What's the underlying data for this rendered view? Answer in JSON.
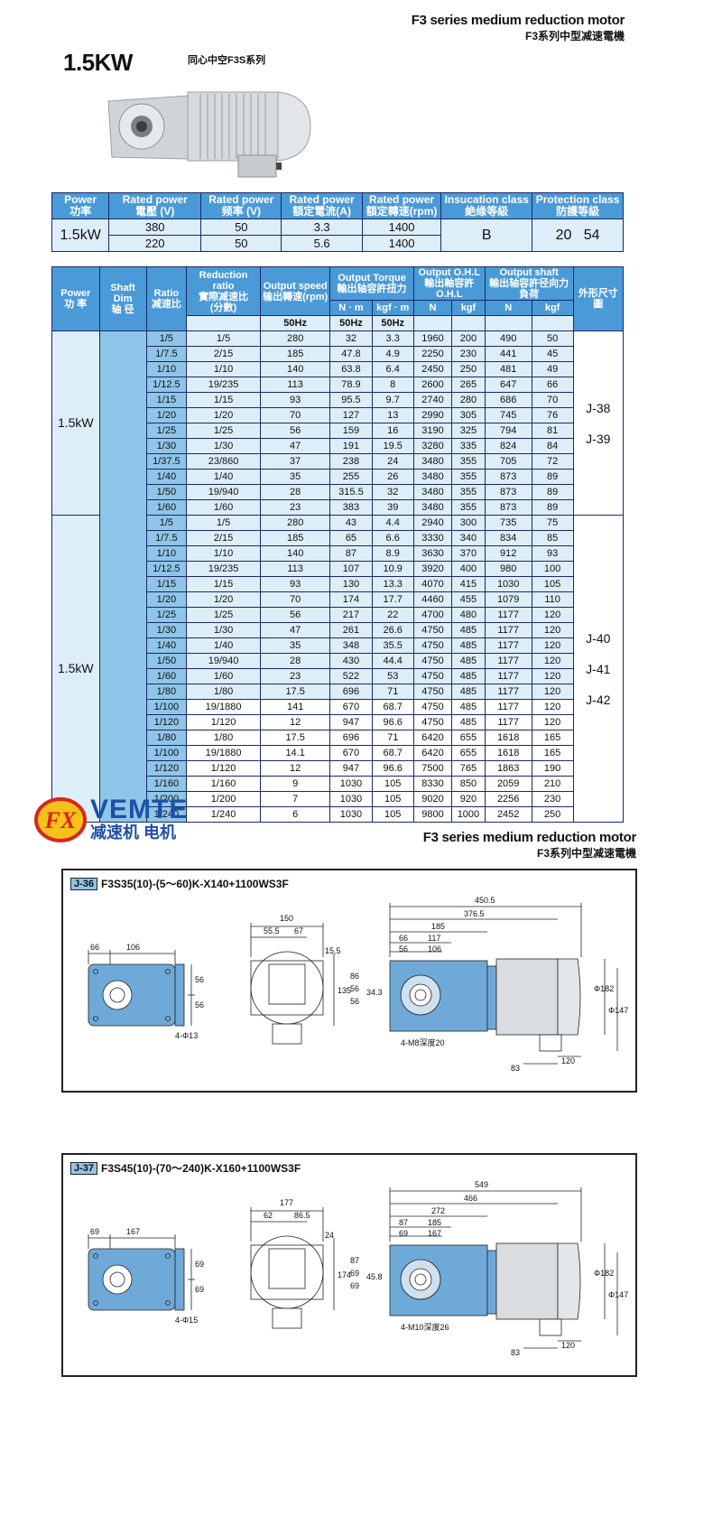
{
  "header1": {
    "en": "F3 series medium reduction motor",
    "cn": "F3系列中型减速電機"
  },
  "power_title": "1.5KW",
  "series_label": "同心中空F3S系列",
  "spec_table": {
    "headers": [
      {
        "en": "Power",
        "cn": "功率"
      },
      {
        "en": "Rated power",
        "cn": "電壓 (V)"
      },
      {
        "en": "Rated power",
        "cn": "频率 (V)"
      },
      {
        "en": "Rated power",
        "cn": "額定電流(A)"
      },
      {
        "en": "Rated power",
        "cn": "額定轉速(rpm)"
      },
      {
        "en": "Insucation class",
        "cn": "絶缘等級"
      },
      {
        "en": "Protection class",
        "cn": "防護等級"
      }
    ],
    "power": "1.5kW",
    "voltage": [
      "380",
      "220"
    ],
    "frequency": [
      "50",
      "50"
    ],
    "current": [
      "3.3",
      "5.6"
    ],
    "speed": [
      "1400",
      "1400"
    ],
    "insulation": "B",
    "protection": "20   54"
  },
  "perf_table": {
    "headers": {
      "power": {
        "en": "Power",
        "cn": "功 率"
      },
      "shaft": {
        "en": "Shaft Dim",
        "cn": "轴 径"
      },
      "ratio": {
        "en": "Ratio",
        "cn": "减速比"
      },
      "reduction": {
        "en": "Reduction ratio",
        "cn": "實際减速比",
        "sub": "(分數)"
      },
      "speed": {
        "en": "Output speed",
        "cn": "输出轉速(rpm)",
        "unit": "50Hz"
      },
      "torque": {
        "en": "Output Torque",
        "cn": "輸出轴容許扭力",
        "u1": "N · m",
        "u2": "kgf · m",
        "hz1": "50Hz",
        "hz2": "50Hz"
      },
      "ohl": {
        "en": "Output O.H.L",
        "cn": "輸出軸容許O.H.L",
        "u1": "N",
        "u2": "kgf"
      },
      "shaft_out": {
        "en": "Output shaft",
        "cn": "輸出轴容許径向力負荷",
        "u1": "N",
        "u2": "kgf"
      },
      "frame": {
        "cn": "外形尺寸圖"
      }
    },
    "groups": [
      {
        "power": "1.5kW",
        "frames": [
          "J-38",
          "J-39"
        ],
        "rows": [
          [
            "1/5",
            "1/5",
            "280",
            "32",
            "3.3",
            "1960",
            "200",
            "490",
            "50"
          ],
          [
            "1/7.5",
            "2/15",
            "185",
            "47.8",
            "4.9",
            "2250",
            "230",
            "441",
            "45"
          ],
          [
            "1/10",
            "1/10",
            "140",
            "63.8",
            "6.4",
            "2450",
            "250",
            "481",
            "49"
          ],
          [
            "1/12.5",
            "19/235",
            "113",
            "78.9",
            "8",
            "2600",
            "265",
            "647",
            "66"
          ],
          [
            "1/15",
            "1/15",
            "93",
            "95.5",
            "9.7",
            "2740",
            "280",
            "686",
            "70"
          ],
          [
            "1/20",
            "1/20",
            "70",
            "127",
            "13",
            "2990",
            "305",
            "745",
            "76"
          ],
          [
            "1/25",
            "1/25",
            "56",
            "159",
            "16",
            "3190",
            "325",
            "794",
            "81"
          ],
          [
            "1/30",
            "1/30",
            "47",
            "191",
            "19.5",
            "3280",
            "335",
            "824",
            "84"
          ],
          [
            "1/37.5",
            "23/860",
            "37",
            "238",
            "24",
            "3480",
            "355",
            "705",
            "72"
          ],
          [
            "1/40",
            "1/40",
            "35",
            "255",
            "26",
            "3480",
            "355",
            "873",
            "89"
          ],
          [
            "1/50",
            "19/940",
            "28",
            "315.5",
            "32",
            "3480",
            "355",
            "873",
            "89"
          ],
          [
            "1/60",
            "1/60",
            "23",
            "383",
            "39",
            "3480",
            "355",
            "873",
            "89"
          ]
        ]
      },
      {
        "power": "1.5kW",
        "frames": [
          "J-40",
          "J-41",
          "J-42"
        ],
        "rows": [
          [
            "1/5",
            "1/5",
            "280",
            "43",
            "4.4",
            "2940",
            "300",
            "735",
            "75"
          ],
          [
            "1/7.5",
            "2/15",
            "185",
            "65",
            "6.6",
            "3330",
            "340",
            "834",
            "85"
          ],
          [
            "1/10",
            "1/10",
            "140",
            "87",
            "8.9",
            "3630",
            "370",
            "912",
            "93"
          ],
          [
            "1/12.5",
            "19/235",
            "113",
            "107",
            "10.9",
            "3920",
            "400",
            "980",
            "100"
          ],
          [
            "1/15",
            "1/15",
            "93",
            "130",
            "13.3",
            "4070",
            "415",
            "1030",
            "105"
          ],
          [
            "1/20",
            "1/20",
            "70",
            "174",
            "17.7",
            "4460",
            "455",
            "1079",
            "110"
          ],
          [
            "1/25",
            "1/25",
            "56",
            "217",
            "22",
            "4700",
            "480",
            "1177",
            "120"
          ],
          [
            "1/30",
            "1/30",
            "47",
            "261",
            "26.6",
            "4750",
            "485",
            "1177",
            "120"
          ],
          [
            "1/40",
            "1/40",
            "35",
            "348",
            "35.5",
            "4750",
            "485",
            "1177",
            "120"
          ],
          [
            "1/50",
            "19/940",
            "28",
            "430",
            "44.4",
            "4750",
            "485",
            "1177",
            "120"
          ],
          [
            "1/60",
            "1/60",
            "23",
            "522",
            "53",
            "4750",
            "485",
            "1177",
            "120"
          ],
          [
            "1/80",
            "1/80",
            "17.5",
            "696",
            "71",
            "4750",
            "485",
            "1177",
            "120"
          ],
          [
            "1/100",
            "19/1880",
            "141",
            "670",
            "68.7",
            "4750",
            "485",
            "1177",
            "120"
          ],
          [
            "1/120",
            "1/120",
            "12",
            "947",
            "96.6",
            "4750",
            "485",
            "1177",
            "120"
          ],
          [
            "1/80",
            "1/80",
            "17.5",
            "696",
            "71",
            "6420",
            "655",
            "1618",
            "165"
          ],
          [
            "1/100",
            "19/1880",
            "14.1",
            "670",
            "68.7",
            "6420",
            "655",
            "1618",
            "165"
          ],
          [
            "1/120",
            "1/120",
            "12",
            "947",
            "96.6",
            "7500",
            "765",
            "1863",
            "190"
          ],
          [
            "1/160",
            "1/160",
            "9",
            "1030",
            "105",
            "8330",
            "850",
            "2059",
            "210"
          ],
          [
            "1/200",
            "1/200",
            "7",
            "1030",
            "105",
            "9020",
            "920",
            "2256",
            "230"
          ],
          [
            "1/240",
            "1/240",
            "6",
            "1030",
            "105",
            "9800",
            "1000",
            "2452",
            "250"
          ]
        ]
      }
    ]
  },
  "brand": {
    "logo_text": "VEMTE",
    "logo_cn": "减速机 电机",
    "logo_mark": "FX"
  },
  "header2": {
    "en": "F3 series medium reduction motor",
    "cn": "F3系列中型减速電機"
  },
  "drawings": [
    {
      "tag": "J-36",
      "model": "F3S35(10)-(5～60)K-X140+1100WS3F",
      "front": {
        "w1": "66",
        "w2": "106",
        "h1": "56",
        "h2": "56",
        "hole": "4-Φ13"
      },
      "side": {
        "w": "150",
        "a": "55.5",
        "b": "67",
        "c": "15.5",
        "h1": "135",
        "h2": "86",
        "h3": "56",
        "h4": "56",
        "h5": "34.3"
      },
      "motor": {
        "total": "450.5",
        "l1": "376.5",
        "l2": "185",
        "l3": "66",
        "l4": "117",
        "l5": "56",
        "l6": "106",
        "dia1": "Φ182",
        "dia2": "Φ147",
        "t1": "120",
        "t2": "83",
        "bolt": "4-M8深度20"
      }
    },
    {
      "tag": "J-37",
      "model": "F3S45(10)-(70～240)K-X160+1100WS3F",
      "front": {
        "w1": "69",
        "w2": "167",
        "h1": "69",
        "h2": "69",
        "hole": "4-Φ15"
      },
      "side": {
        "w": "177",
        "a": "62",
        "b": "86.5",
        "c": "24",
        "h1": "174",
        "h2": "87",
        "h3": "69",
        "h4": "69",
        "h5": "45.8"
      },
      "motor": {
        "total": "549",
        "l1": "466",
        "l2": "272",
        "l3": "87",
        "l4": "185",
        "l5": "69",
        "l6": "167",
        "dia1": "Φ182",
        "dia2": "Φ147",
        "t1": "120",
        "t2": "83",
        "bolt": "4-M10深度26"
      }
    }
  ],
  "colors": {
    "header_blue": "#4a9ad8",
    "cell_blue": "#8fc5e8",
    "light_blue": "#ddeef9",
    "motor_body": "#d9dde0",
    "gear_blue": "#6fa9d8"
  }
}
